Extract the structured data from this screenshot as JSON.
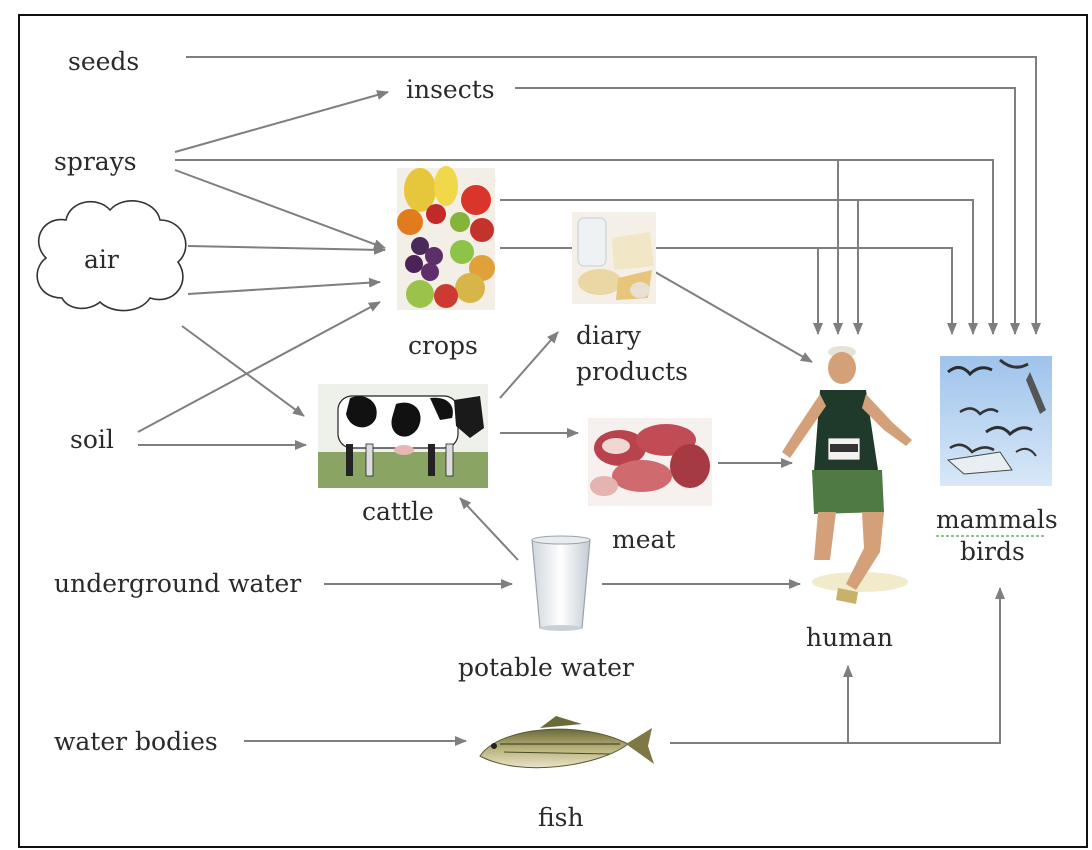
{
  "labels": {
    "seeds": "seeds",
    "insects": "insects",
    "sprays": "sprays",
    "air": "air",
    "soil": "soil",
    "crops": "crops",
    "dairy_line1": "diary",
    "dairy_line2": "products",
    "cattle": "cattle",
    "meat": "meat",
    "underground_water": "underground water",
    "potable_water": "potable water",
    "human": "human",
    "mammals": "mammals",
    "birds": "birds",
    "water_bodies": "water bodies",
    "fish": "fish"
  },
  "colors": {
    "arrow": "#7f7f7f",
    "text": "#2a2a2a",
    "spellcheck_underline": "#8cc58a"
  },
  "pictures": [
    "fruit-crops-picture",
    "dairy-products-picture",
    "cow-picture",
    "raw-meat-picture",
    "glass-of-water-picture",
    "runner-picture",
    "flying-birds-picture",
    "fish-picture"
  ]
}
